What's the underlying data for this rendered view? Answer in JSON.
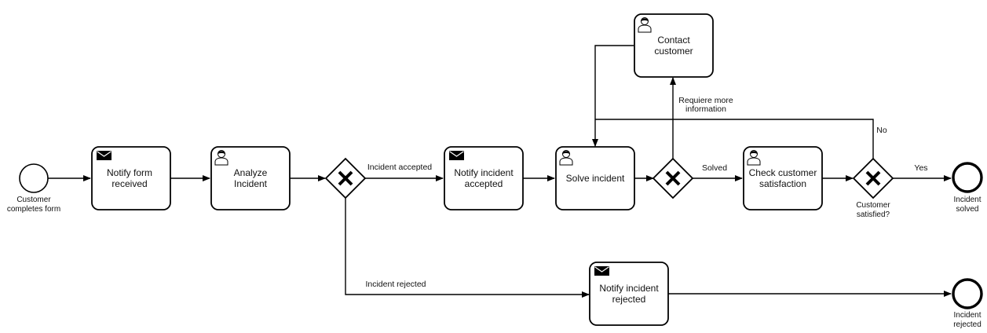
{
  "colors": {
    "stroke": "#000000",
    "fill": "#ffffff",
    "text": "#111111"
  },
  "events": {
    "start": {
      "label_lines": [
        "Customer",
        "completes form"
      ]
    },
    "end_solved": {
      "label_lines": [
        "Incident",
        "solved"
      ]
    },
    "end_rejected": {
      "label_lines": [
        "Incident",
        "rejected"
      ]
    }
  },
  "tasks": {
    "notify_form_received": {
      "icon": "envelope-icon",
      "label_lines": [
        "Notify form",
        "received"
      ]
    },
    "analyze_incident": {
      "icon": "user-icon",
      "label_lines": [
        "Analyze",
        "Incident"
      ]
    },
    "notify_incident_accepted": {
      "icon": "envelope-icon",
      "label_lines": [
        "Notify incident",
        "accepted"
      ]
    },
    "solve_incident": {
      "icon": "user-icon",
      "label_lines": [
        "Solve incident"
      ]
    },
    "contact_customer": {
      "icon": "user-icon",
      "label_lines": [
        "Contact",
        "customer"
      ]
    },
    "check_customer_satisfaction": {
      "icon": "user-icon",
      "label_lines": [
        "Check customer",
        "satisfaction"
      ]
    },
    "notify_incident_rejected": {
      "icon": "envelope-icon",
      "label_lines": [
        "Notify incident",
        "rejected"
      ]
    }
  },
  "gateways": {
    "accept_gateway": {
      "marker": "X",
      "label_lines": []
    },
    "solved_gateway": {
      "marker": "X",
      "label_lines": []
    },
    "satisfied_gateway": {
      "marker": "X",
      "label_lines": [
        "Customer",
        "satisfied?"
      ]
    }
  },
  "flows": {
    "incident_accepted": "Incident accepted",
    "incident_rejected": "Incident rejected",
    "solved": "Solved",
    "requiere_more_information_lines": [
      "Requiere more",
      "information"
    ],
    "no": "No",
    "yes": "Yes"
  }
}
